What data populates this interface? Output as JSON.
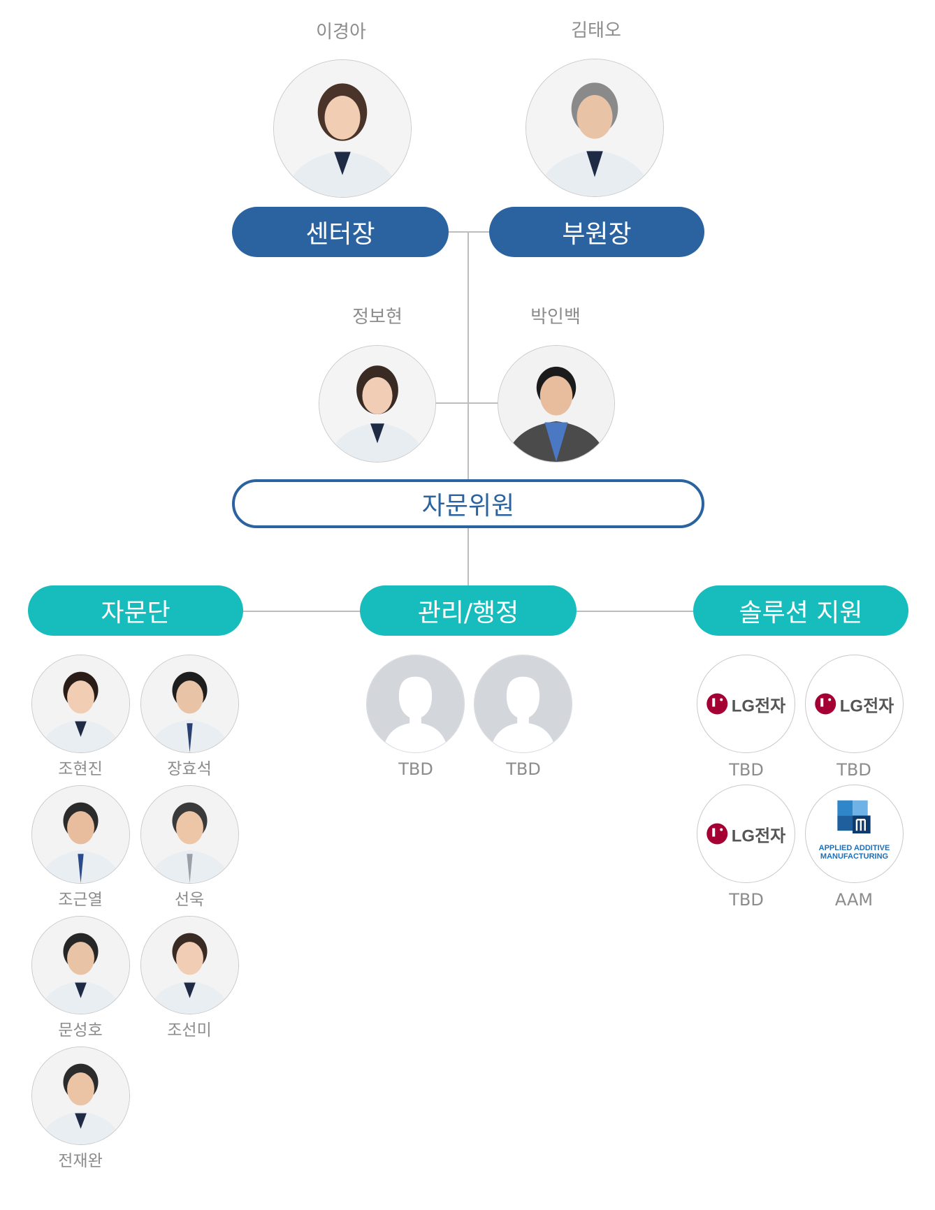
{
  "colors": {
    "leader_pill": "#2a63a0",
    "team_pill": "#17bcbd",
    "connector": "#bdbdbd",
    "name_text": "#8c8c8c"
  },
  "leadership": [
    {
      "name": "이경아",
      "role": "센터장"
    },
    {
      "name": "김태오",
      "role": "부원장"
    }
  ],
  "committee": {
    "label": "자문위원",
    "members": [
      {
        "name": "정보현"
      },
      {
        "name": "박인백"
      }
    ]
  },
  "teams": [
    {
      "label": "자문단",
      "members": [
        "조현진",
        "장효석",
        "조근열",
        "선욱",
        "문성호",
        "조선미",
        "전재완"
      ]
    },
    {
      "label": "관리/행정",
      "members": [
        "TBD",
        "TBD"
      ]
    },
    {
      "label": "솔루션 지원",
      "members": [
        {
          "name": "TBD",
          "logo": "LG전자"
        },
        {
          "name": "TBD",
          "logo": "LG전자"
        },
        {
          "name": "TBD",
          "logo": "LG전자"
        },
        {
          "name": "AAM",
          "logo": "APPLIED ADDITIVE MANUFACTURING"
        }
      ]
    }
  ]
}
